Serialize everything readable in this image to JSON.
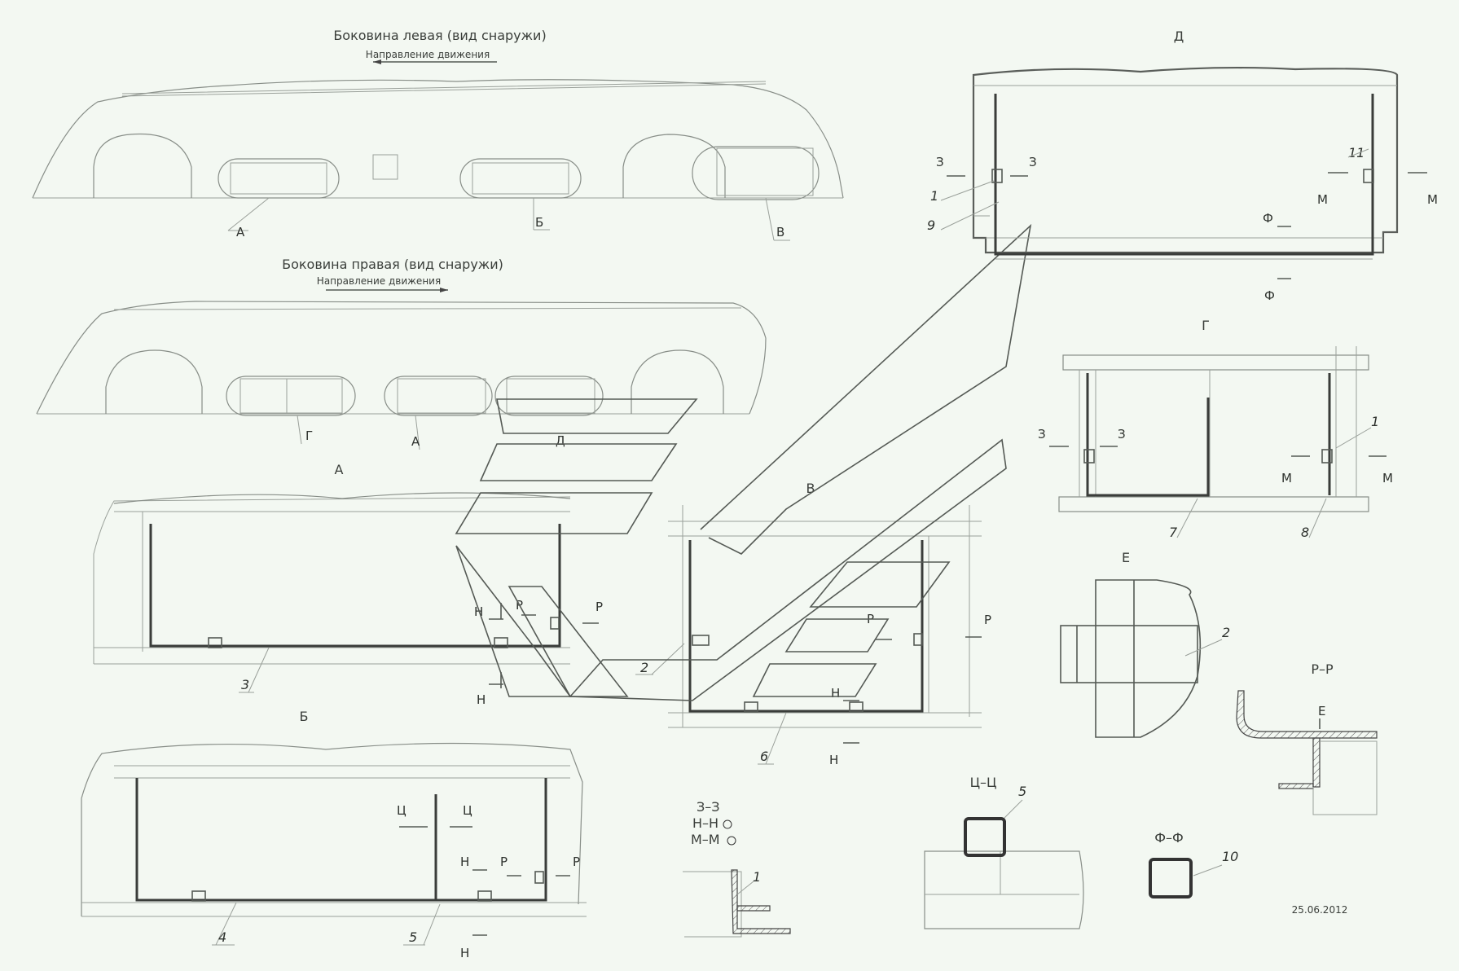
{
  "views": {
    "left_side_title": "Боковина левая (вид снаружи)",
    "left_side_direction": "Направление движения",
    "right_side_title": "Боковина правая (вид снаружи)",
    "right_side_direction": "Направление движения"
  },
  "callouts": {
    "A": "А",
    "B": "Б",
    "V": "В",
    "G": "Г",
    "D": "Д",
    "E": "Е"
  },
  "detail_titles": {
    "A": "А",
    "B": "Б",
    "V": "В",
    "G": "Г",
    "D": "Д",
    "E": "Е",
    "RR": "Р–Р",
    "CC": "Ц–Ц",
    "FF": "Ф–Ф",
    "ZZ": "З–З",
    "NN": "Н–Н",
    "MM": "М–М"
  },
  "section_marks": {
    "Z": "З",
    "N": "Н",
    "M": "М",
    "F": "Ф",
    "R": "Р",
    "C": "Ц",
    "E": "Е"
  },
  "parts": {
    "p1": "1",
    "p2": "2",
    "p3": "3",
    "p4": "4",
    "p5": "5",
    "p6": "6",
    "p7": "7",
    "p8": "8",
    "p9": "9",
    "p10": "10",
    "p11": "11"
  },
  "date": "25.06.2012"
}
